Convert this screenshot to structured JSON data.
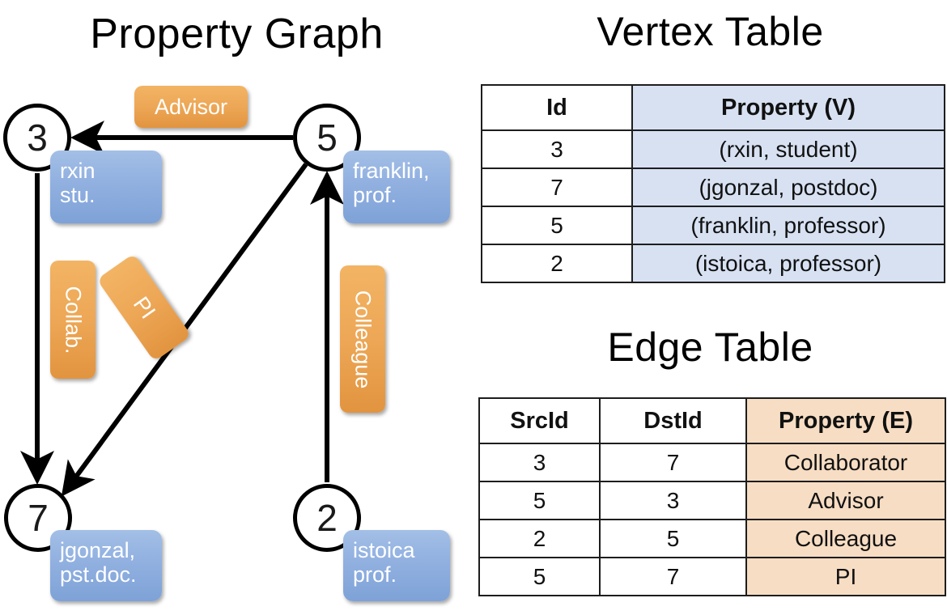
{
  "titles": {
    "property_graph": "Property Graph",
    "vertex_table": "Vertex Table",
    "edge_table": "Edge Table"
  },
  "colors": {
    "vertex_header_fill": "#d7e1f2",
    "edge_header_fill": "#f7ddc3",
    "node_box_blue": "#91b0e0",
    "edge_label_orange": "#eda756",
    "stroke": "#1d1d1d"
  },
  "graph": {
    "nodes": [
      {
        "id": "3",
        "prop_line1": "rxin",
        "prop_line2": "stu."
      },
      {
        "id": "5",
        "prop_line1": "franklin,",
        "prop_line2": "prof."
      },
      {
        "id": "7",
        "prop_line1": "jgonzal,",
        "prop_line2": "pst.doc."
      },
      {
        "id": "2",
        "prop_line1": "istoica",
        "prop_line2": "prof."
      }
    ],
    "edge_labels": [
      {
        "name": "advisor",
        "text": "Advisor"
      },
      {
        "name": "collab",
        "text": "Collab."
      },
      {
        "name": "pi",
        "text": "PI"
      },
      {
        "name": "colleague",
        "text": "Colleague"
      }
    ]
  },
  "vertex_table": {
    "columns": [
      "Id",
      "Property (V)"
    ],
    "rows": [
      {
        "id": "3",
        "property": "(rxin, student)"
      },
      {
        "id": "7",
        "property": "(jgonzal, postdoc)"
      },
      {
        "id": "5",
        "property": "(franklin, professor)"
      },
      {
        "id": "2",
        "property": "(istoica, professor)"
      }
    ]
  },
  "edge_table": {
    "columns": [
      "SrcId",
      "DstId",
      "Property (E)"
    ],
    "rows": [
      {
        "src": "3",
        "dst": "7",
        "property": "Collaborator"
      },
      {
        "src": "5",
        "dst": "3",
        "property": "Advisor"
      },
      {
        "src": "2",
        "dst": "5",
        "property": "Colleague"
      },
      {
        "src": "5",
        "dst": "7",
        "property": "PI"
      }
    ]
  }
}
